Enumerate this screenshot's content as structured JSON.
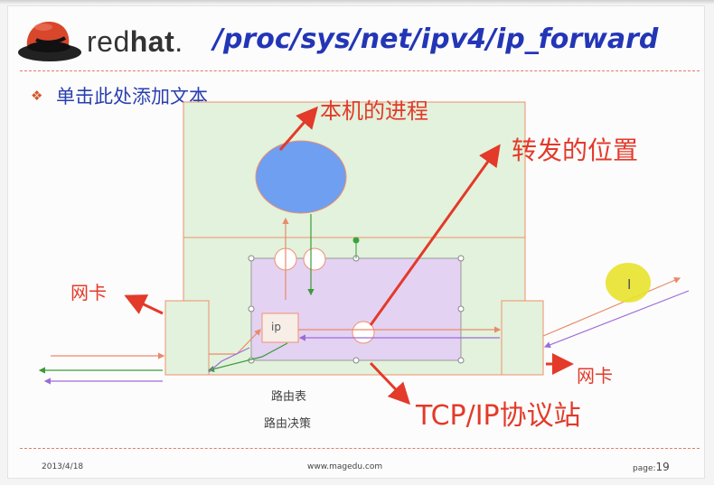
{
  "header": {
    "brand_light": "red",
    "brand_bold": "hat",
    "brand_suffix": ".",
    "title": "/proc/sys/net/ipv4/ip_forward"
  },
  "placeholder": "单击此处添加文本",
  "labels": {
    "local_process": "本机的进程",
    "forward_position": "转发的位置",
    "nic_left": "网卡",
    "nic_right": "网卡",
    "tcpip_stack": "TCP/IP协议站",
    "routing_table": "路由表",
    "routing_decision": "路由决策",
    "ip_box": "ip"
  },
  "footer": {
    "date": "2013/4/18",
    "url": "www.magedu.com",
    "page_label": "page:",
    "page_number": "19"
  },
  "cursor_glyph": "I",
  "colors": {
    "title_blue": "#2336b6",
    "annotation_red": "#e33a2a",
    "box_green": "#e2f2dc",
    "box_border": "#f0906c",
    "router_purple": "#e4d2f2",
    "process_blue": "#6f9ff0",
    "hat_red": "#d8472b"
  },
  "icons": [
    "redhat-logo-icon",
    "bullet-icon",
    "cursor-highlight-icon"
  ]
}
